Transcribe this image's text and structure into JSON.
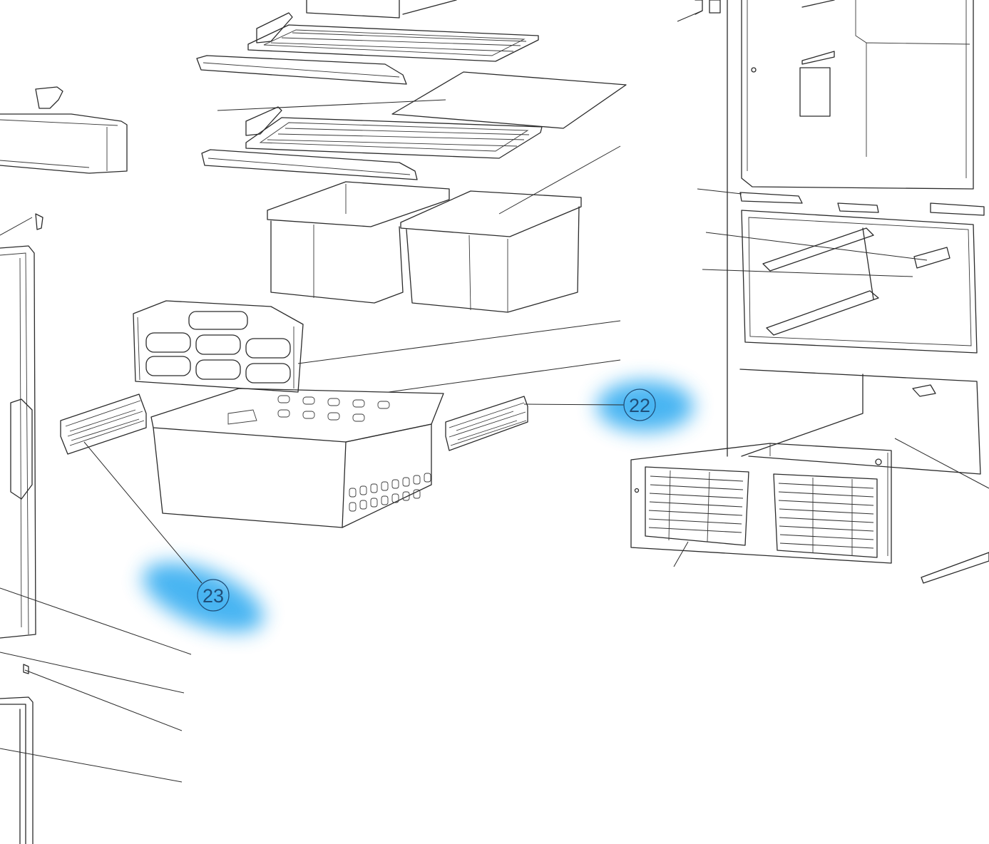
{
  "callouts": [
    {
      "id": "callout-22",
      "label": "22"
    },
    {
      "id": "callout-23",
      "label": "23"
    }
  ],
  "colors": {
    "line": "#2b2b2b",
    "highlight": "#29a8f0",
    "callout": "#1f4e79",
    "background": "#ffffff"
  }
}
